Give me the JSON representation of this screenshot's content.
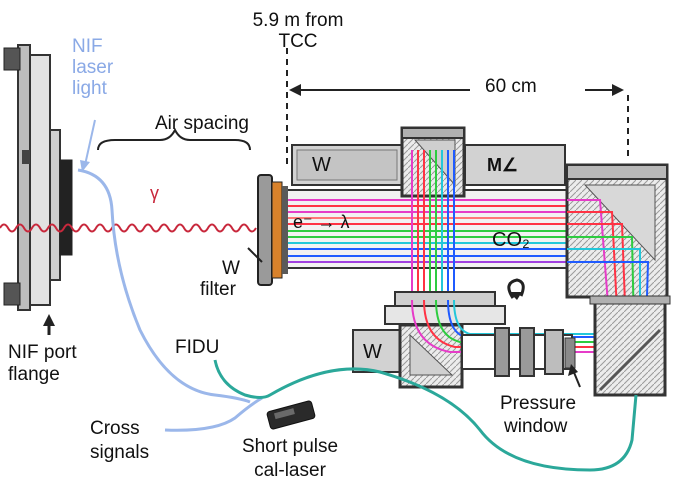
{
  "labels": {
    "distance_line1": "5.9 m from",
    "distance_line2": "TCC",
    "nif_laser_line1": "NIF",
    "nif_laser_line2": "laser",
    "nif_laser_line3": "light",
    "air_spacing": "Air spacing",
    "span": "60 cm",
    "gamma": "γ",
    "tungsten_top": "W",
    "tungsten_bottom": "W",
    "mirror": "M∠",
    "electron_conversion": "e⁻ → λ",
    "gas": "CO₂",
    "w_filter_line1": "W",
    "w_filter_line2": "filter",
    "port_flange_line1": "NIF port",
    "port_flange_line2": "flange",
    "fidu": "FIDU",
    "cross_line1": "Cross",
    "cross_line2": "signals",
    "cal_laser_line1": "Short pulse",
    "cal_laser_line2": "cal-laser",
    "pressure_line1": "Pressure",
    "pressure_line2": "window"
  },
  "colors": {
    "laser_fiber": "#9bb7ea",
    "gamma_wave": "#c8283c",
    "fidu_fiber": "#2ba89a",
    "metal_dark": "#3a3a3a",
    "metal_fill": "#d4d4d4",
    "filter_orange": "#d9822b",
    "cherenkov_rays": [
      "#e63cc8",
      "#ff3344",
      "#2ecc40",
      "#1f5bff",
      "#23c7d9",
      "#a040e0"
    ]
  }
}
